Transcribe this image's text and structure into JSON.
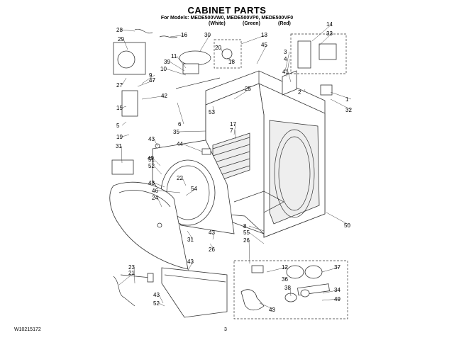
{
  "header": {
    "title": "CABINET PARTS",
    "models": "For Models: MEDE500VW0, MEDE500VP0, MEDE500VF0",
    "colors": [
      "(White)",
      "(Green)",
      "(Red)"
    ]
  },
  "footer": {
    "doc_number": "W10215172",
    "page_number": "3"
  },
  "callouts": [
    "28",
    "16",
    "30",
    "13",
    "45",
    "14",
    "33",
    "29",
    "20",
    "18",
    "3",
    "4",
    "11",
    "39",
    "41",
    "10",
    "9",
    "47",
    "27",
    "25",
    "42",
    "53",
    "2",
    "1",
    "32",
    "15",
    "5",
    "19",
    "6",
    "17",
    "7",
    "31",
    "43",
    "35",
    "51",
    "52",
    "44",
    "48",
    "22",
    "54",
    "46",
    "24",
    "50",
    "8",
    "55",
    "26",
    "23",
    "21",
    "12",
    "36",
    "38",
    "37",
    "34",
    "49"
  ]
}
